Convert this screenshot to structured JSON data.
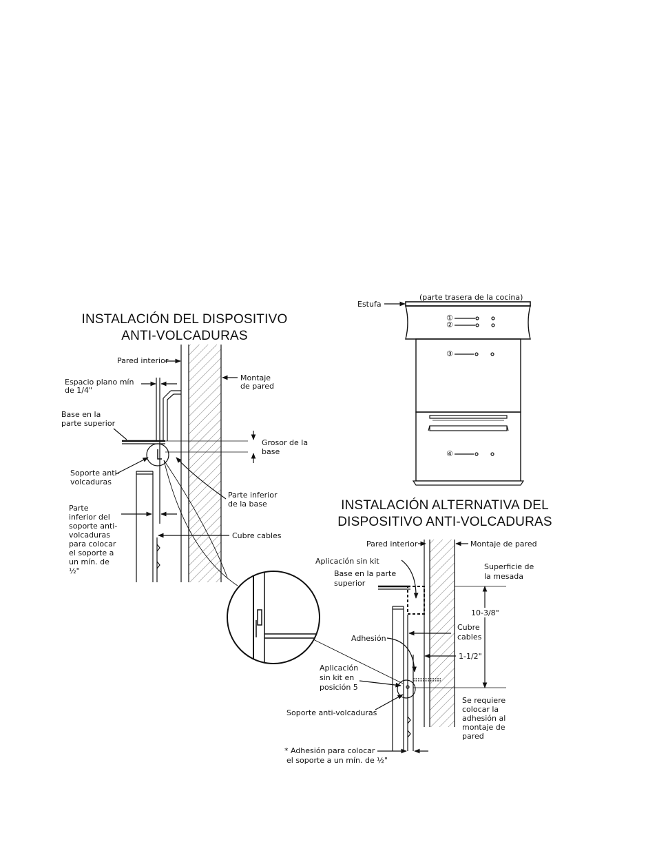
{
  "left_diagram": {
    "title_line1": "INSTALACIÓN DEL DISPOSITIVO",
    "title_line2": "ANTI-VOLCADURAS",
    "labels": {
      "pared_interior": "Pared interior",
      "espacio_1": "Espacio plano mín",
      "espacio_2": "de 1/4\"",
      "montaje_1": "Montaje",
      "montaje_2": "de pared",
      "base_sup_1": "Base en la",
      "base_sup_2": "parte superior",
      "grosor_1": "Grosor de la",
      "grosor_2": "base",
      "soporte_1": "Soporte anti-",
      "soporte_2": "volcaduras",
      "parte_inf_1": "Parte inferior",
      "parte_inf_2": "de la base",
      "parte_sop_1": "Parte",
      "parte_sop_2": "inferior del",
      "parte_sop_3": "soporte anti-",
      "parte_sop_4": "volcaduras",
      "parte_sop_5": "para colocar",
      "parte_sop_6": "el soporte a",
      "parte_sop_7": "un mín. de",
      "parte_sop_8": "½\"",
      "cubre_cables": "Cubre cables"
    }
  },
  "top_right_diagram": {
    "estufa": "Estufa",
    "parte_trasera": "(parte trasera de la cocina)",
    "markers": [
      "①",
      "②",
      "③",
      "④"
    ]
  },
  "right_diagram": {
    "title_line1": "INSTALACIÓN ALTERNATIVA DEL",
    "title_line2": "DISPOSITIVO ANTI-VOLCADURAS",
    "labels": {
      "pared_interior": "Pared interior",
      "montaje": "Montaje de pared",
      "aplic_sin_kit": "Aplicación sin kit",
      "base_sup_1": "Base en la parte",
      "base_sup_2": "superior",
      "superficie_1": "Superficie de",
      "superficie_2": "la mesada",
      "dim_10": "10-3/8\"",
      "cubre_1": "Cubre",
      "cubre_2": "cables",
      "adhesion": "Adhesión",
      "dim_1": "1-1/2\"",
      "aplic_pos_1": "Aplicación",
      "aplic_pos_2": "sin kit en",
      "aplic_pos_3": "posición 5",
      "soporte": "Soporte anti-volcaduras",
      "req_1": "Se requiere",
      "req_2": "colocar la",
      "req_3": "adhesión al",
      "req_4": "montaje de",
      "req_5": "pared",
      "nota_1": "* Adhesión para colocar",
      "nota_2": "el soporte a un mín. de ½\""
    }
  }
}
